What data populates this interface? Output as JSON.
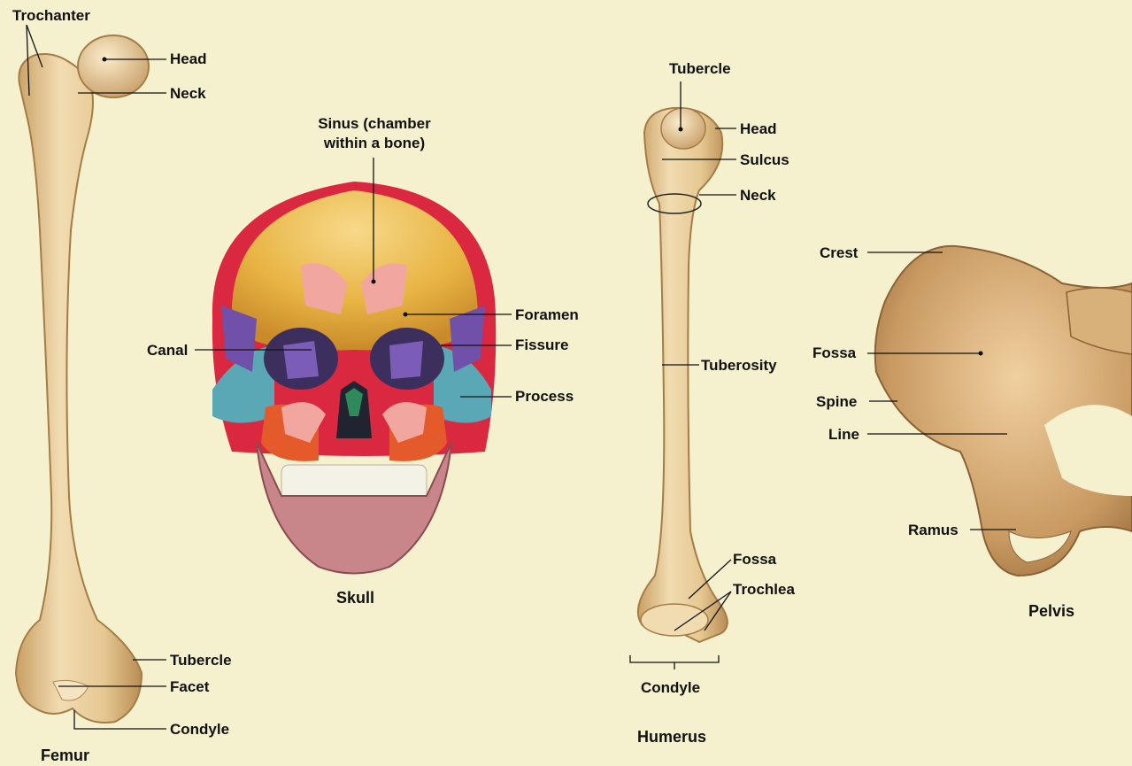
{
  "colors": {
    "background": "#f5f1cf",
    "bone": "#e8cfa0",
    "bone_shadow": "#c9a46b",
    "skull_top": "#e9b94a",
    "skull_red": "#d9283f",
    "skull_teal": "#5aa7b5",
    "skull_purple": "#7050a8",
    "sinus_pink": "#f1a7a0",
    "jaw": "#c9868a"
  },
  "femur": {
    "title": "Femur",
    "labels": {
      "trochanter": "Trochanter",
      "head": "Head",
      "neck": "Neck",
      "tubercle": "Tubercle",
      "facet": "Facet",
      "condyle": "Condyle"
    }
  },
  "skull": {
    "title": "Skull",
    "labels": {
      "sinus_line1": "Sinus (chamber",
      "sinus_line2": "within a bone)",
      "foramen": "Foramen",
      "canal": "Canal",
      "fissure": "Fissure",
      "process": "Process"
    }
  },
  "humerus": {
    "title": "Humerus",
    "labels": {
      "tubercle": "Tubercle",
      "head": "Head",
      "sulcus": "Sulcus",
      "neck": "Neck",
      "tuberosity": "Tuberosity",
      "fossa": "Fossa",
      "trochlea": "Trochlea",
      "condyle": "Condyle"
    }
  },
  "pelvis": {
    "title": "Pelvis",
    "labels": {
      "crest": "Crest",
      "fossa": "Fossa",
      "spine": "Spine",
      "line": "Line",
      "ramus": "Ramus"
    }
  }
}
